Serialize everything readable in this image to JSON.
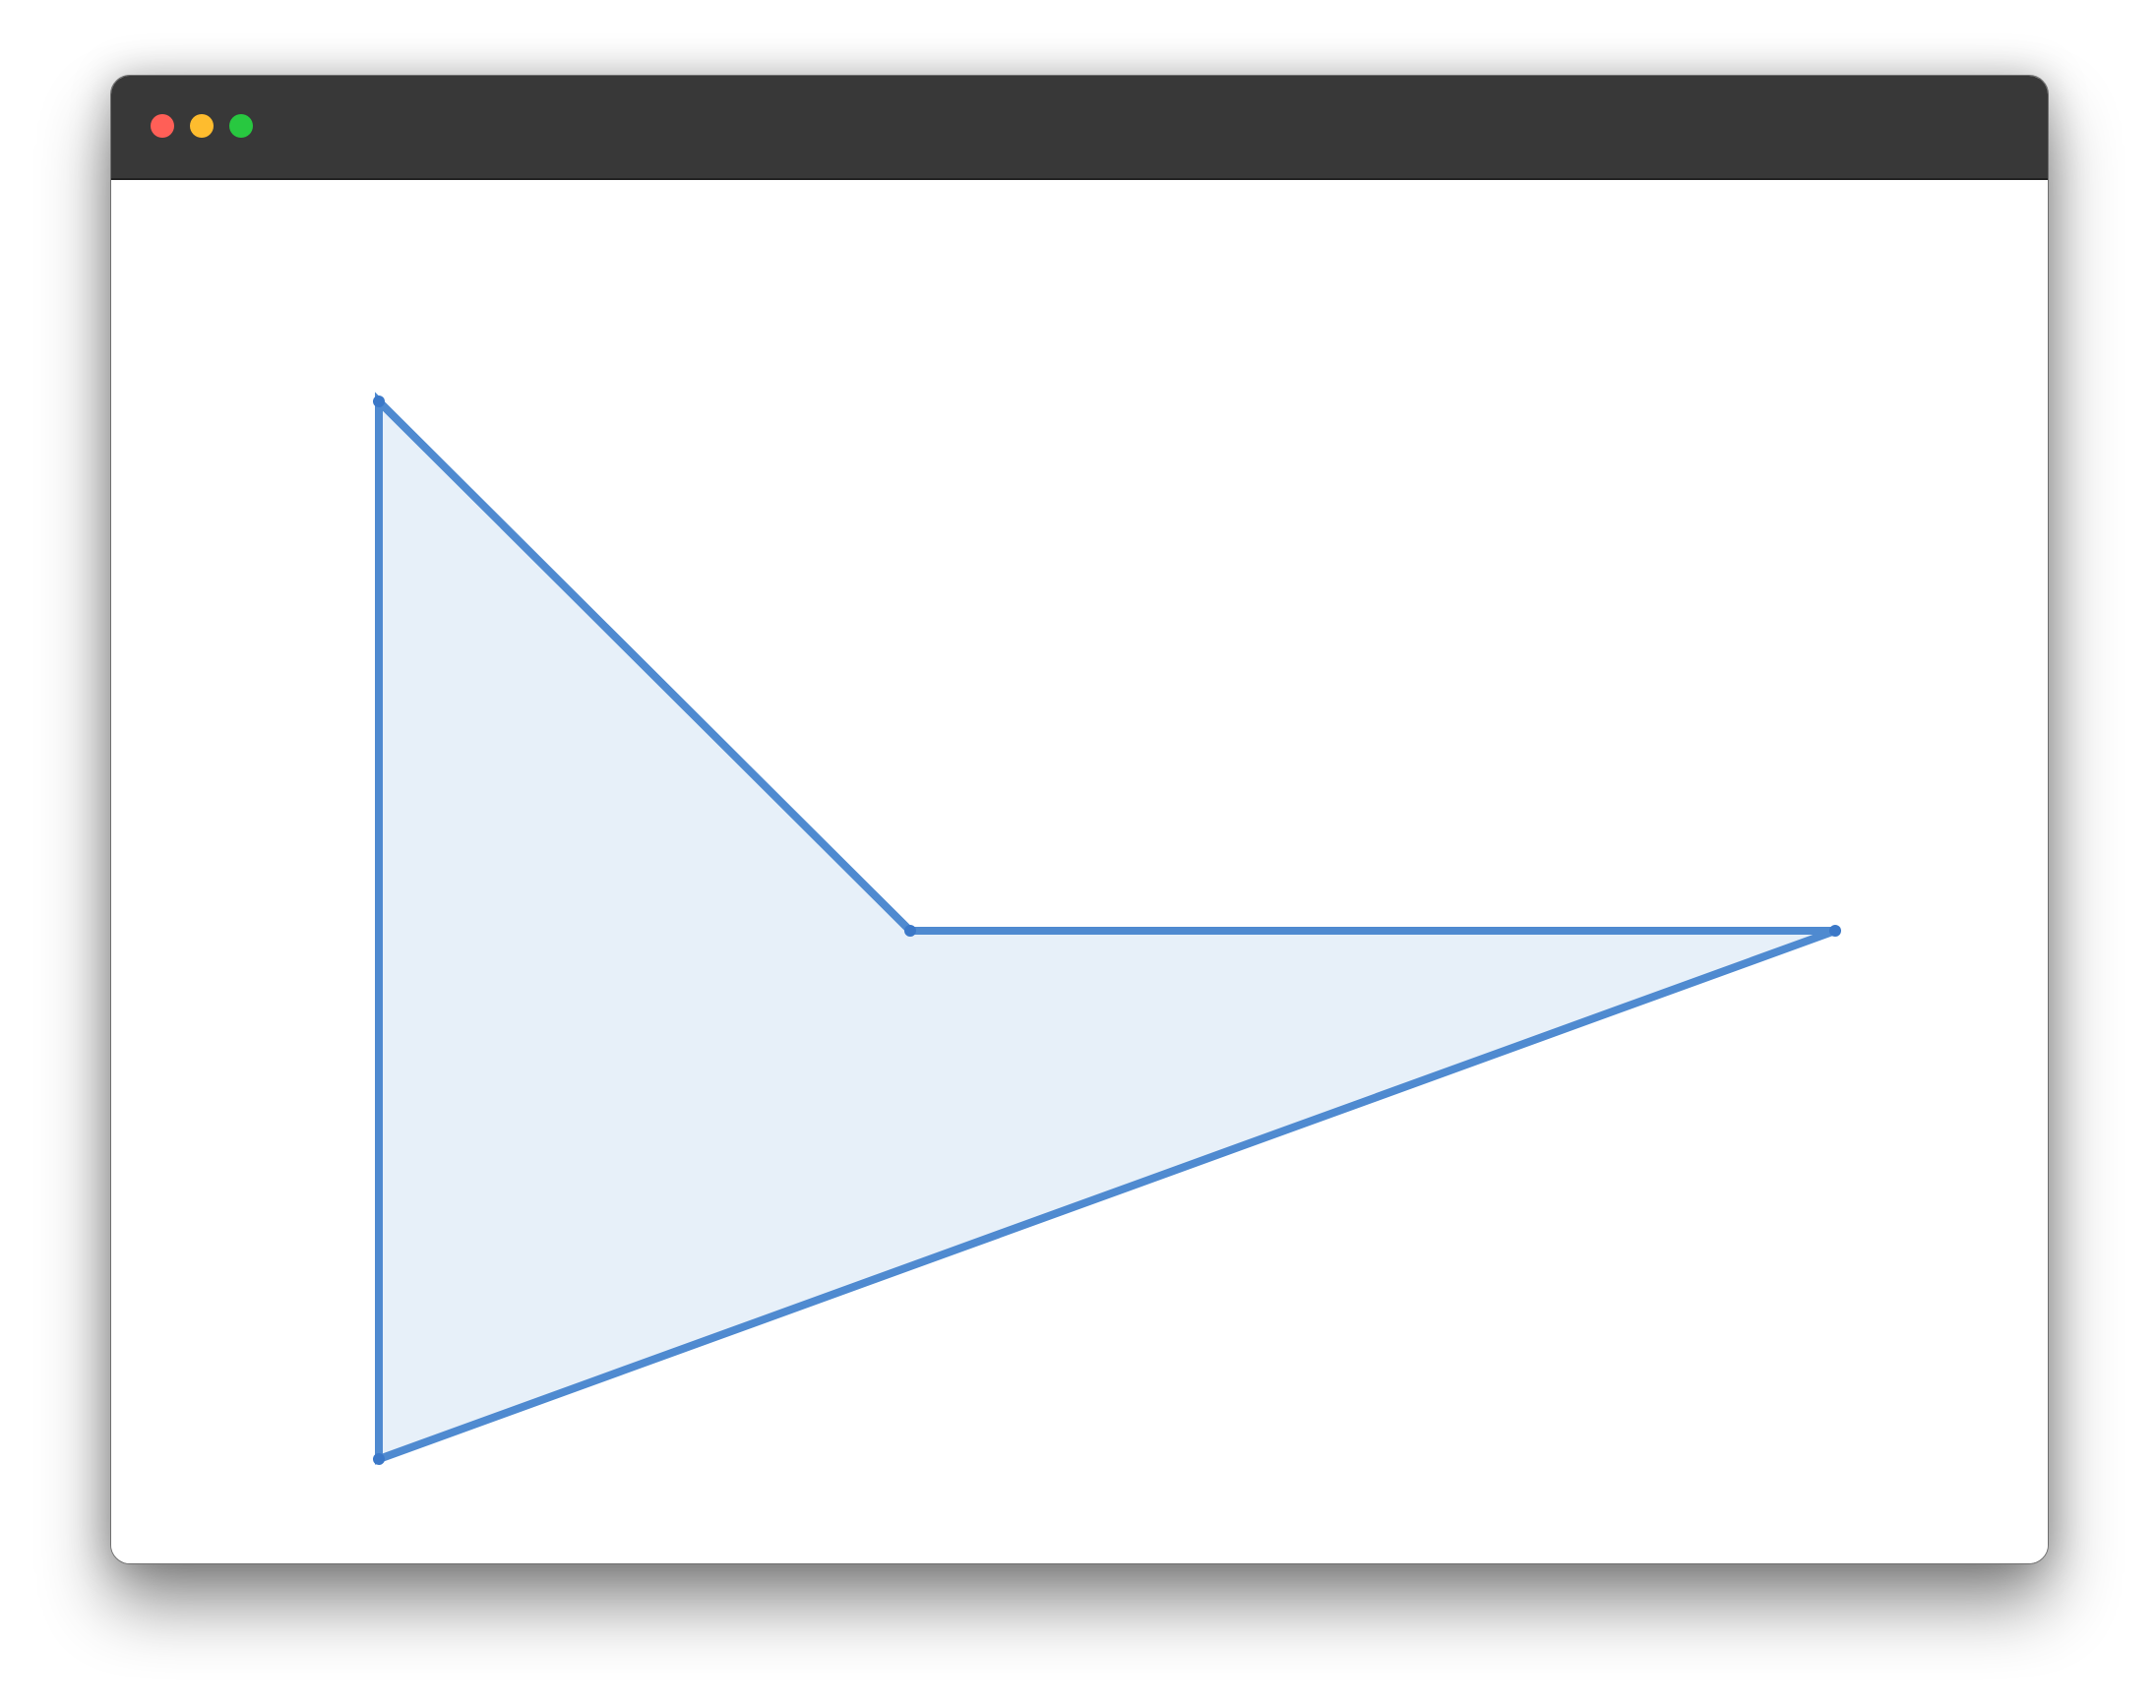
{
  "window": {
    "controls": [
      {
        "name": "close-button",
        "color": "#ff5f57"
      },
      {
        "name": "minimize-button",
        "color": "#febc2e"
      },
      {
        "name": "maximize-button",
        "color": "#28c840"
      }
    ]
  },
  "diagram": {
    "shape": "arrowhead-polygon",
    "stroke_color": "#4f8ad0",
    "fill_color": "#e7f0f9",
    "vertex_color": "#3b78c8"
  }
}
